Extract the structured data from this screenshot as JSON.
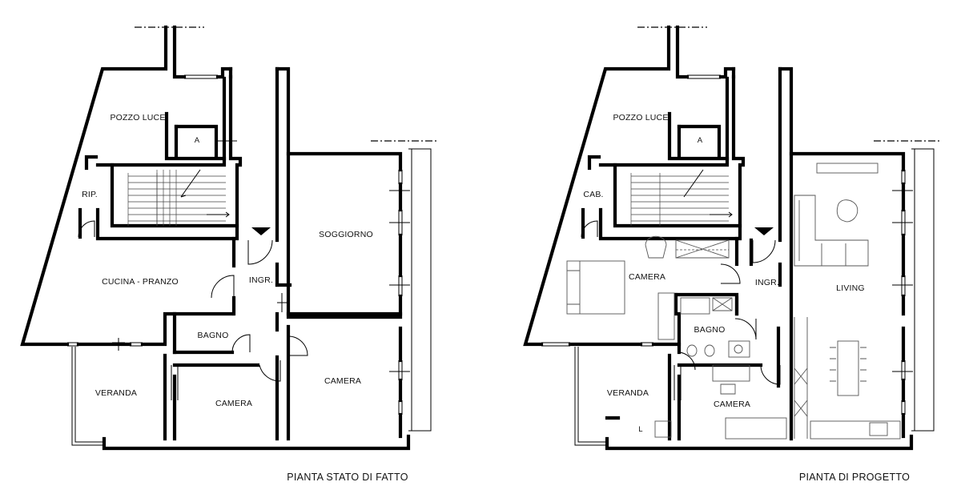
{
  "plans": [
    {
      "caption": "PIANTA STATO DI FATTO",
      "rooms": {
        "pozzo_luce": "POZZO LUCE",
        "a": "A",
        "rip": "RIP.",
        "soggiorno": "SOGGIORNO",
        "cucina_pranzo": "CUCINA - PRANZO",
        "ingr": "INGR.",
        "bagno": "BAGNO",
        "veranda": "VERANDA",
        "camera_1": "CAMERA",
        "camera_2": "CAMERA"
      }
    },
    {
      "caption": "PIANTA DI PROGETTO",
      "rooms": {
        "pozzo_luce": "POZZO LUCE",
        "a": "A",
        "cab": "CAB.",
        "camera_1": "CAMERA",
        "ingr": "INGR.",
        "living": "LIVING",
        "bagno": "BAGNO",
        "veranda": "VERANDA",
        "l": "L",
        "camera_2": "CAMERA"
      }
    }
  ]
}
